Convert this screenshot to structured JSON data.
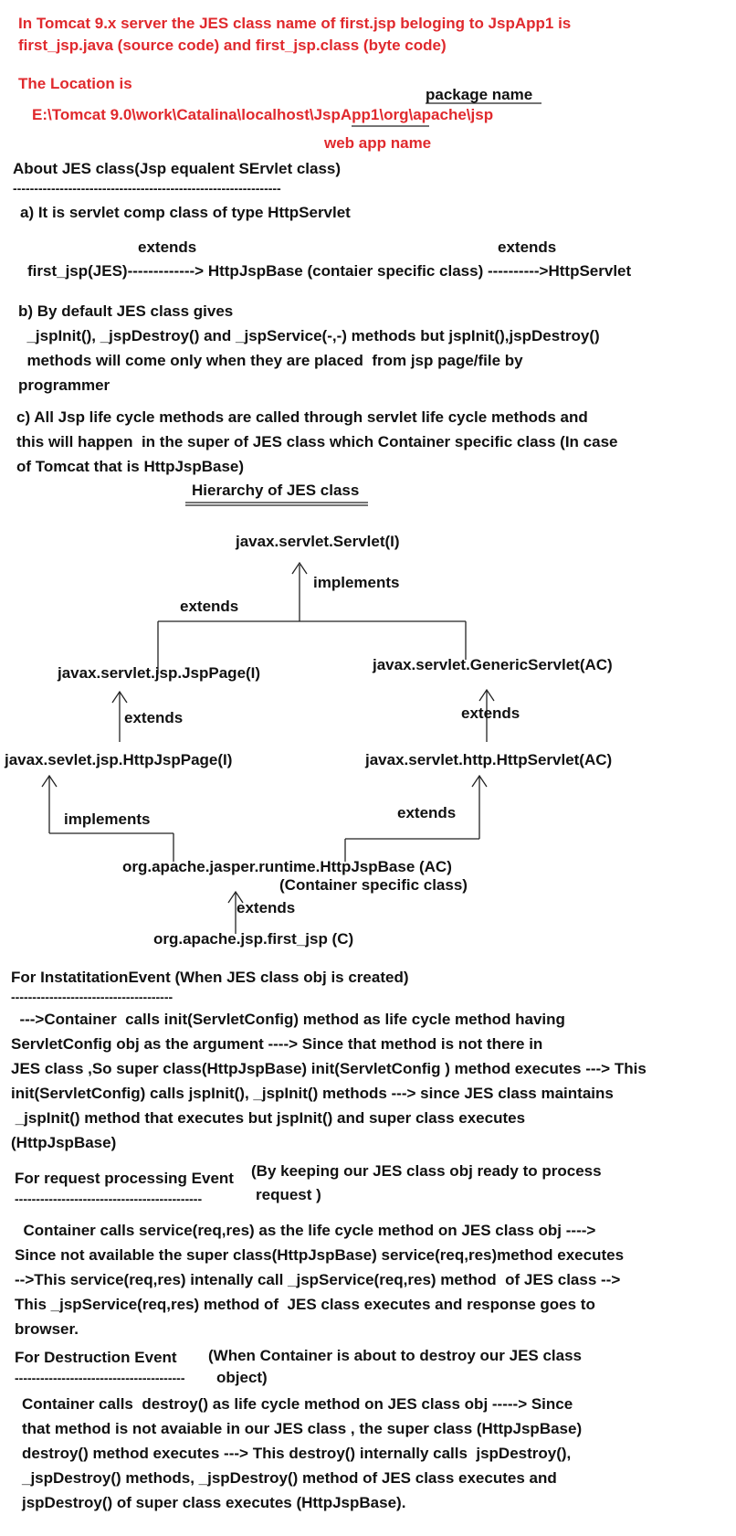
{
  "header": {
    "line1": "In Tomcat 9.x server  the JES class name of  first.jsp beloging to JspApp1 is",
    "line2": "first_jsp.java (source code) and  first_jsp.class (byte code)",
    "location_label": "The Location is",
    "package_name_label": "package name",
    "path": "E:\\Tomcat 9.0\\work\\Catalina\\localhost\\JspApp1\\org\\apache\\jsp",
    "web_app_name_label": "web app name"
  },
  "about": {
    "title": "About JES class(Jsp equalent SErvlet class)",
    "rule": "---------------------------------------------------------------",
    "point_a": "a) It is servlet comp class of type HttpServlet",
    "extends_1": "extends",
    "extends_2": "extends",
    "chain": "first_jsp(JES)-------------> HttpJspBase (contaier specific class) ---------->HttpServlet",
    "point_b_lines": [
      "b) By default JES class gives",
      "  _jspInit(), _jspDestroy() and _jspService(-,-) methods but jspInit(),jspDestroy()",
      "  methods will come only when they are placed  from jsp page/file by",
      "programmer"
    ],
    "point_c_lines": [
      "c) All Jsp life cycle methods are called through servlet life cycle methods and",
      "this will happen  in the super of JES class which Container specific class (In case",
      "of Tomcat that is HttpJspBase)"
    ]
  },
  "hierarchy": {
    "title": "Hierarchy of JES class",
    "servlet": "javax.servlet.Servlet(I)",
    "implements_top": "implements",
    "extends_left_top": "extends",
    "jsp_page": "javax.servlet.jsp.JspPage(I)",
    "generic_servlet": "javax.servlet.GenericServlet(AC)",
    "extends_left_mid": "extends",
    "extends_right_mid": "extends",
    "http_jsp_page": "javax.sevlet.jsp.HttpJspPage(I)",
    "http_servlet": "javax.servlet.http.HttpServlet(AC)",
    "implements_bottom": "implements",
    "extends_right_bottom": "extends",
    "http_jsp_base": "org.apache.jasper.runtime.HttpJspBase (AC)",
    "container_specific": "(Container specific class)",
    "extends_bottom": "extends",
    "first_jsp": "org.apache.jsp.first_jsp (C)"
  },
  "events": {
    "instantiation": {
      "title": "For InstatitationEvent  (When JES class obj is created)",
      "rule": "--------------------------------------",
      "lines": [
        "  --->Container  calls init(ServletConfig) method as life cycle method having",
        "ServletConfig obj as the argument ----> Since that method is not there in",
        "JES class ,So super class(HttpJspBase) init(ServletConfig ) method executes ---> This",
        "init(ServletConfig) calls jspInit(), _jspInit() methods ---> since JES class maintains",
        " _jspInit() method that executes but jspInit() and super class executes",
        "(HttpJspBase)"
      ]
    },
    "request": {
      "title": "For request processing Event",
      "note1": "(By keeping our JES class obj ready to process",
      "rule": "--------------------------------------------",
      "note2": "request )",
      "lines": [
        "  Container calls service(req,res) as the life cycle method on JES class obj ---->",
        "Since not available the super class(HttpJspBase) service(req,res)method executes",
        "-->This service(req,res) intenally call _jspService(req,res) method  of JES class -->",
        "This _jspService(req,res) method of  JES class executes and response goes to",
        "browser."
      ]
    },
    "destruction": {
      "title": "For Destruction Event",
      "note1": "(When Container is about to destroy our JES class",
      "rule": "----------------------------------------",
      "note2": "object)",
      "lines": [
        "Container calls  destroy() as life cycle method on JES class obj -----> Since",
        "that method is not avaiable in our JES class , the super class (HttpJspBase)",
        "destroy() method executes ---> This destroy() internally calls  jspDestroy(),",
        "_jspDestroy() methods, _jspDestroy() method of JES class executes and",
        "jspDestroy() of super class executes (HttpJspBase)."
      ]
    }
  }
}
